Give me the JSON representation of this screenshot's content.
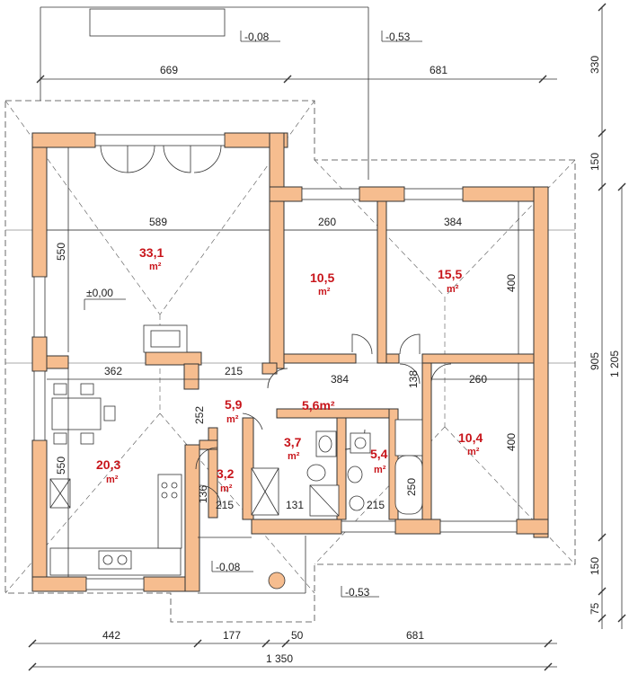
{
  "dimensions": {
    "top_left": "669",
    "top_right": "681",
    "bottom_1": "442",
    "bottom_2": "177",
    "bottom_3": "50",
    "bottom_4": "681",
    "bottom_total": "1 350",
    "right_1": "330",
    "right_2": "150",
    "right_3": "905",
    "right_4": "150",
    "right_5": "75",
    "right_total": "1 205",
    "living_width": "589",
    "living_height": "550",
    "room_a_width": "260",
    "room_b_width": "384",
    "room_b_height": "400",
    "kitchen_width": "362",
    "kitchen_height": "550",
    "hall_width": "215",
    "hall_height": "252",
    "corridor_width": "384",
    "corridor_height": "138",
    "room_d_width": "260",
    "room_d_height": "400",
    "wc_height": "136",
    "wc_width": "215",
    "bath1_width": "131",
    "bath2_width": "215",
    "tub_length": "250"
  },
  "levels": {
    "terrace_top_left": "-0,08",
    "terrace_top_right": "-0,53",
    "floor": "±0,00",
    "entrance": "-0,08",
    "bottom_right": "-0,53"
  },
  "rooms": [
    {
      "area": "33,1",
      "unit": "m²"
    },
    {
      "area": "10,5",
      "unit": "m²"
    },
    {
      "area": "15,5",
      "unit": "m²"
    },
    {
      "area": "20,3",
      "unit": "m²"
    },
    {
      "area": "5,9",
      "unit": "m²"
    },
    {
      "area": "5,6m²",
      "unit": ""
    },
    {
      "area": "3,7",
      "unit": "m²"
    },
    {
      "area": "5,4",
      "unit": "m²"
    },
    {
      "area": "3,2",
      "unit": "m²"
    },
    {
      "area": "10,4",
      "unit": "m²"
    }
  ],
  "colors": {
    "wall_fill": "#f6bd8f",
    "area_text": "#c8151b",
    "line": "#333333"
  }
}
